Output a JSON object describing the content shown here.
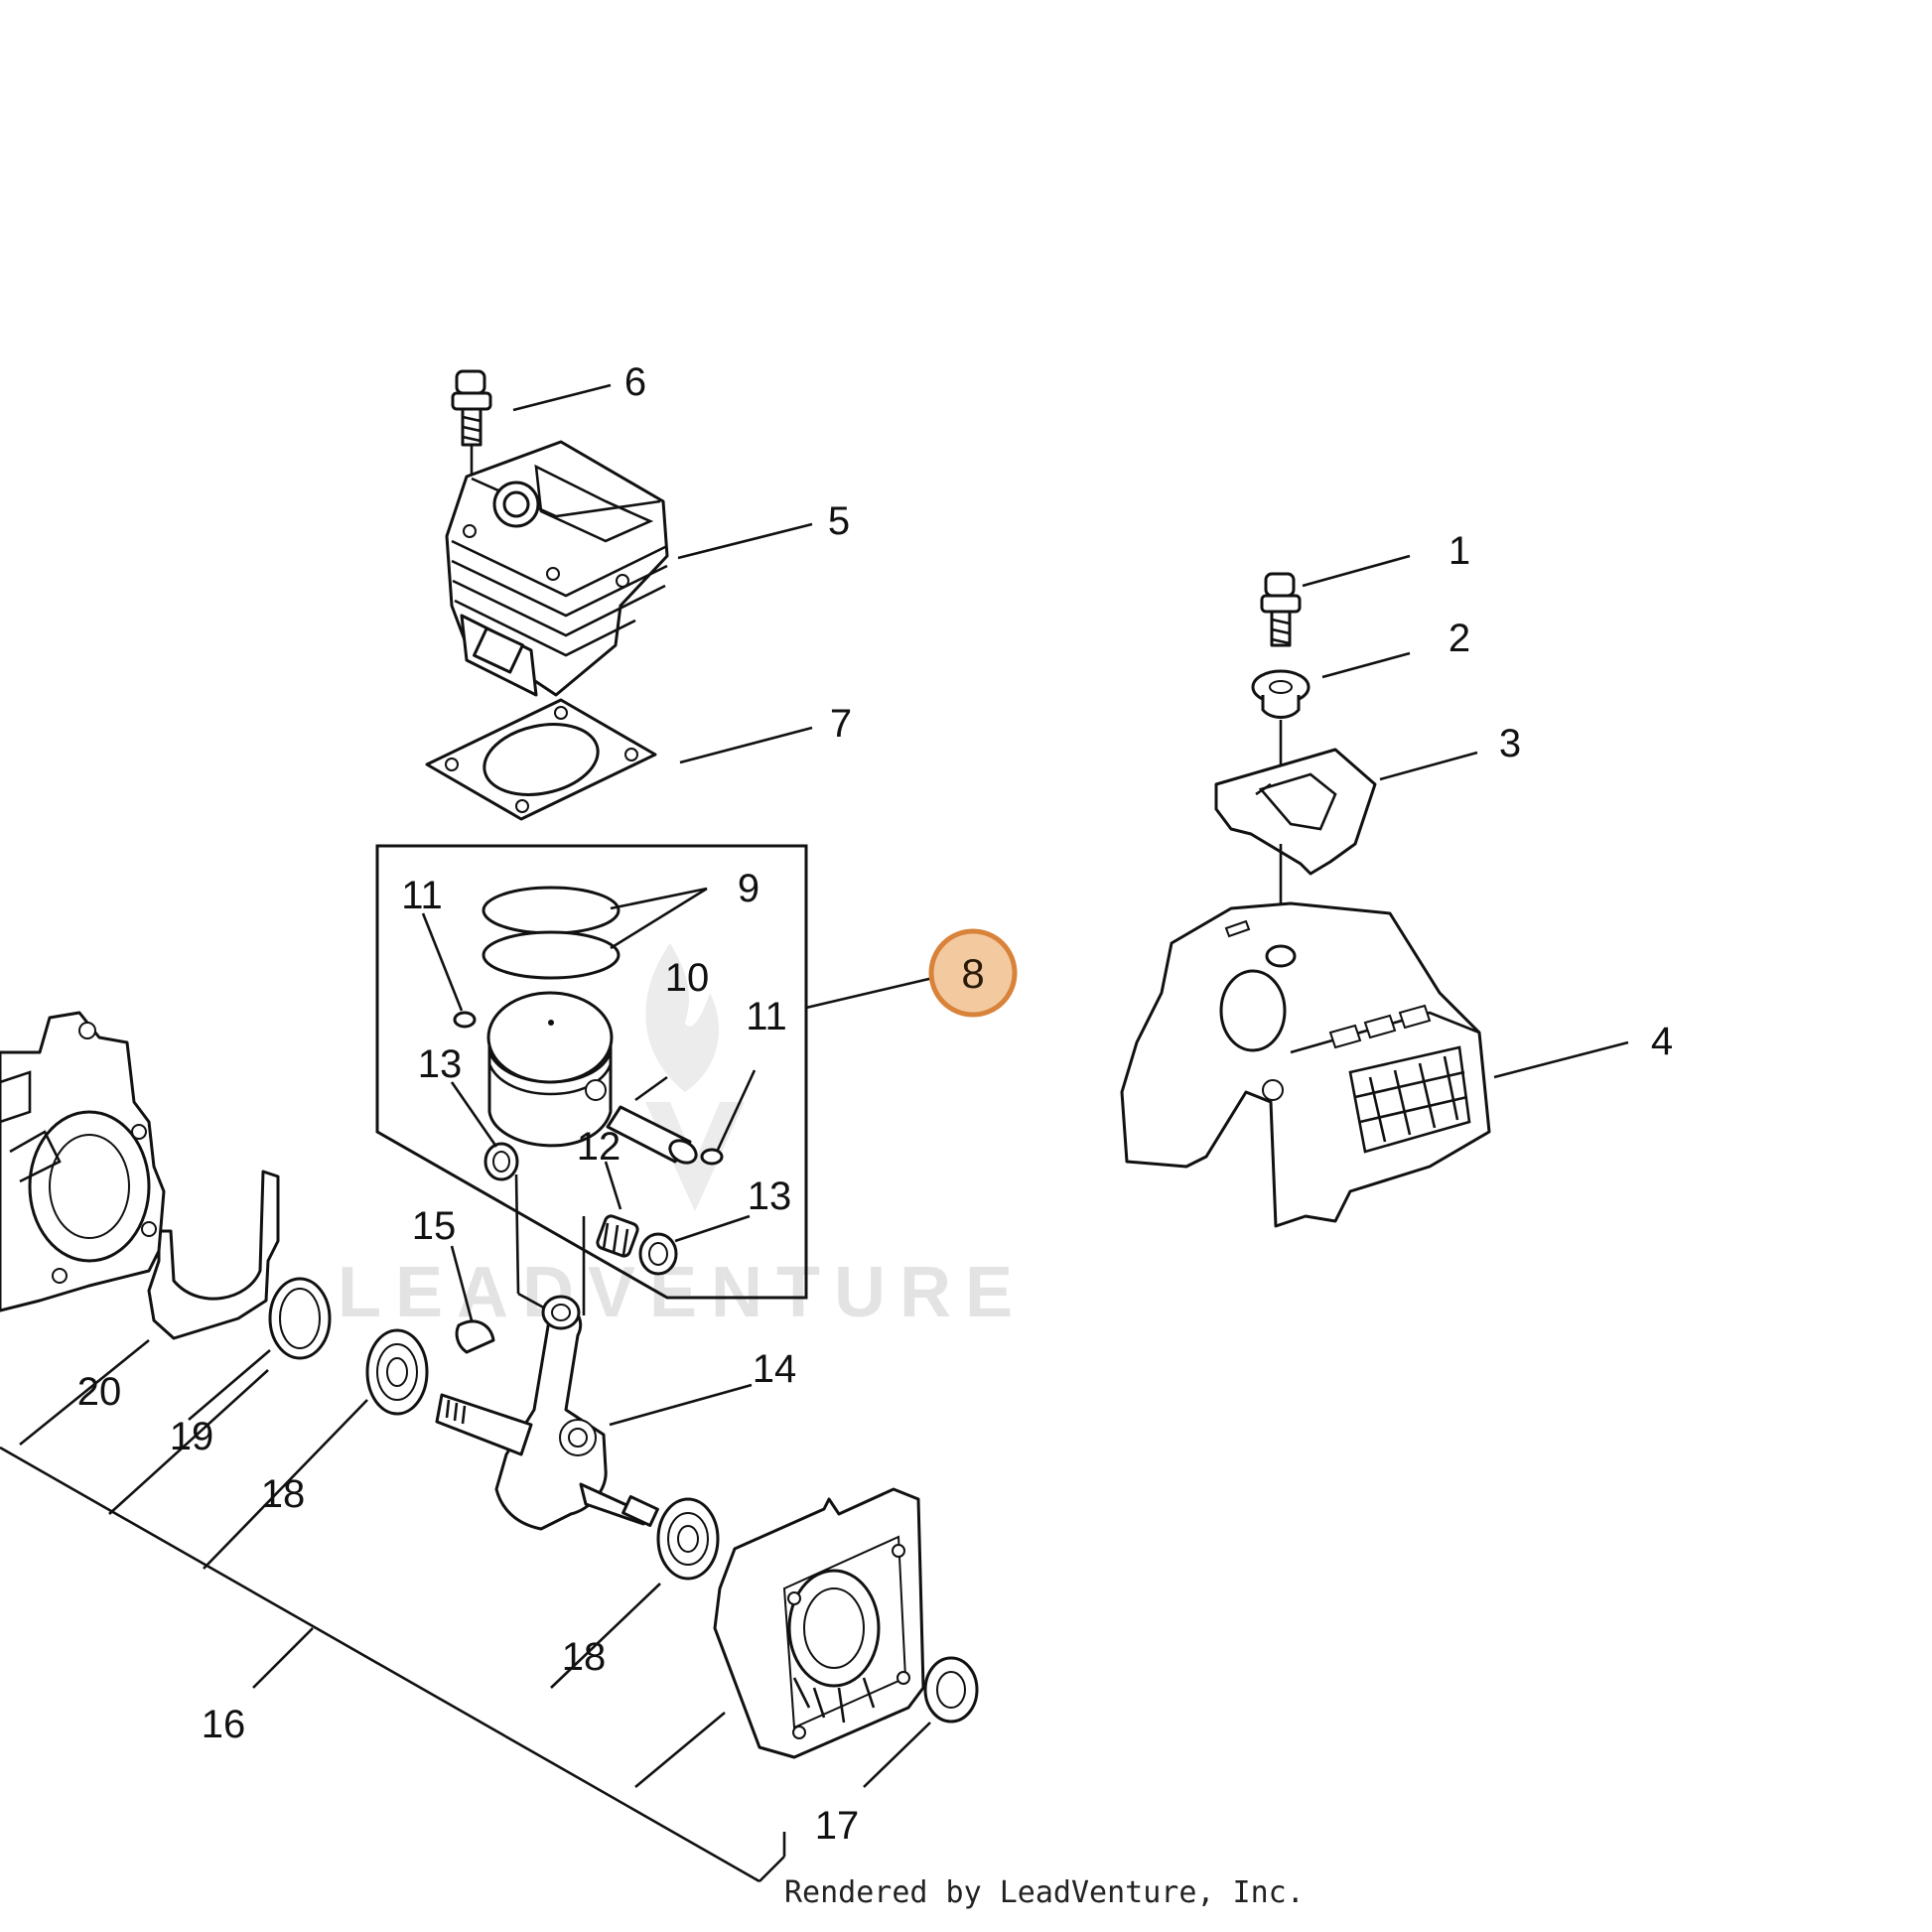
{
  "labels": {
    "p1": "1",
    "p2": "2",
    "p3": "3",
    "p4": "4",
    "p5": "5",
    "p6": "6",
    "p7": "7",
    "p8": "8",
    "p9": "9",
    "p10": "10",
    "p11a": "11",
    "p11b": "11",
    "p12": "12",
    "p13a": "13",
    "p13b": "13",
    "p14": "14",
    "p15": "15",
    "p16": "16",
    "p17": "17",
    "p18a": "18",
    "p18b": "18",
    "p19": "19",
    "p20": "20"
  },
  "highlighted_part": "8",
  "watermark": "LEADVENTURE",
  "credit": "Rendered by LeadVenture, Inc.",
  "colors": {
    "highlight_fill": "#f3c9a0",
    "highlight_stroke": "#d8823a",
    "line": "#111111"
  }
}
